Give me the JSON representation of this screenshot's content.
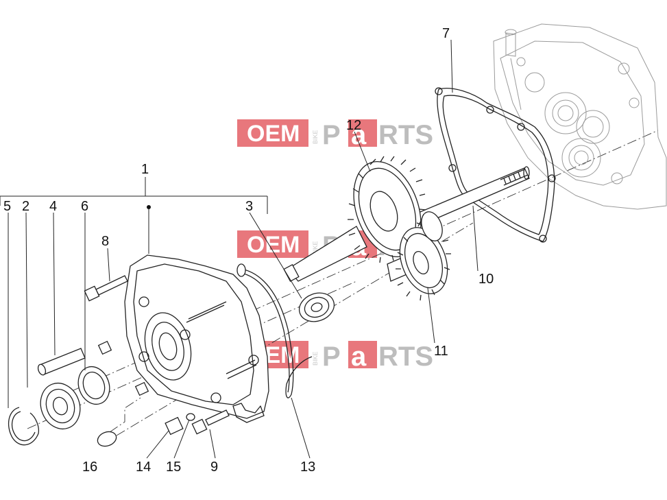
{
  "callouts": [
    {
      "id": "1",
      "text": "1"
    },
    {
      "id": "2",
      "text": "2"
    },
    {
      "id": "3",
      "text": "3"
    },
    {
      "id": "4",
      "text": "4"
    },
    {
      "id": "5",
      "text": "5"
    },
    {
      "id": "6",
      "text": "6"
    },
    {
      "id": "7",
      "text": "7"
    },
    {
      "id": "8",
      "text": "8"
    },
    {
      "id": "9",
      "text": "9"
    },
    {
      "id": "10",
      "text": "10"
    },
    {
      "id": "11",
      "text": "11"
    },
    {
      "id": "12",
      "text": "12"
    },
    {
      "id": "13",
      "text": "13"
    },
    {
      "id": "14",
      "text": "14"
    },
    {
      "id": "15",
      "text": "15"
    },
    {
      "id": "16",
      "text": "16"
    }
  ],
  "watermark": {
    "oem": "OEM",
    "bike": "BIKE",
    "parts_p": "P",
    "parts_a": "a",
    "parts_rest": "RTS"
  },
  "colors": {
    "watermark_red": "#e8777c",
    "line": "#222222",
    "ghost": "#9a9a9a"
  }
}
